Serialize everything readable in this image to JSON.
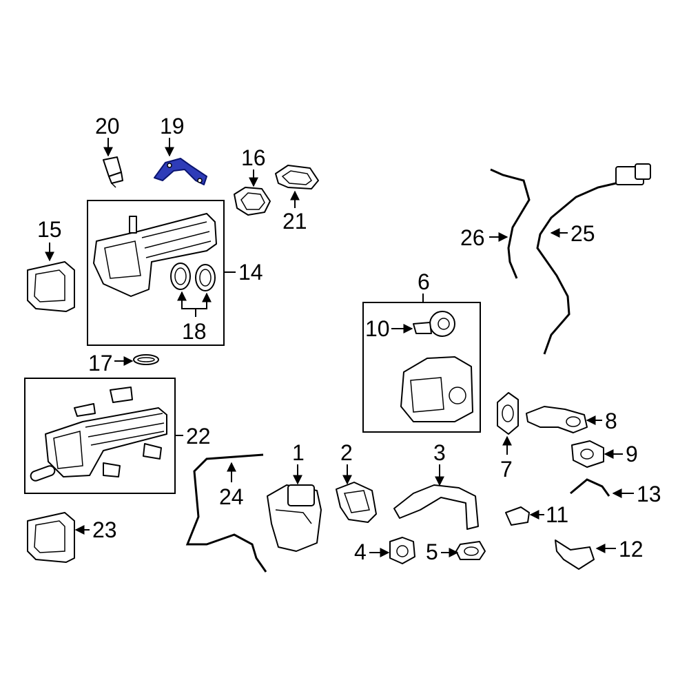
{
  "diagram": {
    "highlight_color": "#2e3cb8",
    "highlighted_part": "19",
    "callouts": [
      "1",
      "2",
      "3",
      "4",
      "5",
      "6",
      "7",
      "8",
      "9",
      "10",
      "11",
      "12",
      "13",
      "14",
      "15",
      "16",
      "17",
      "18",
      "19",
      "20",
      "21",
      "22",
      "23",
      "24",
      "25",
      "26"
    ]
  }
}
